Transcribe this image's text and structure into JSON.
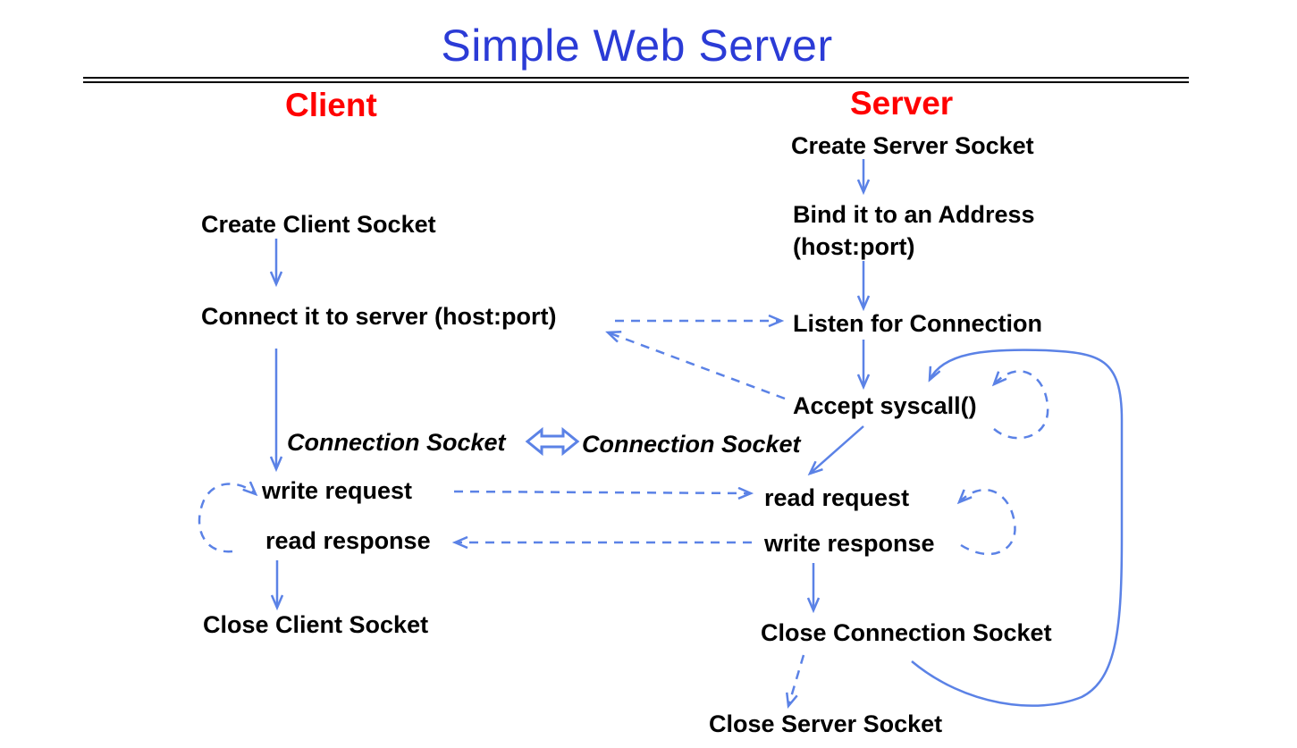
{
  "title": "Simple Web Server",
  "columns": {
    "client": "Client",
    "server": "Server"
  },
  "client_steps": {
    "create": "Create Client Socket",
    "connect": "Connect it to server (host:port)",
    "connection_socket": "Connection Socket",
    "write_request": "write request",
    "read_response": "read response",
    "close": "Close Client Socket"
  },
  "server_steps": {
    "create": "Create Server Socket",
    "bind_line1": "Bind it to an Address",
    "bind_line2": "(host:port)",
    "listen": "Listen for Connection",
    "accept": "Accept syscall()",
    "connection_socket": "Connection Socket",
    "read_request": "read request",
    "write_response": "write response",
    "close_connection": "Close Connection Socket",
    "close_server": "Close Server Socket"
  },
  "colors": {
    "title": "#2b3bd6",
    "column_heads": "#ff0000",
    "arrows": "#5b82e6"
  }
}
